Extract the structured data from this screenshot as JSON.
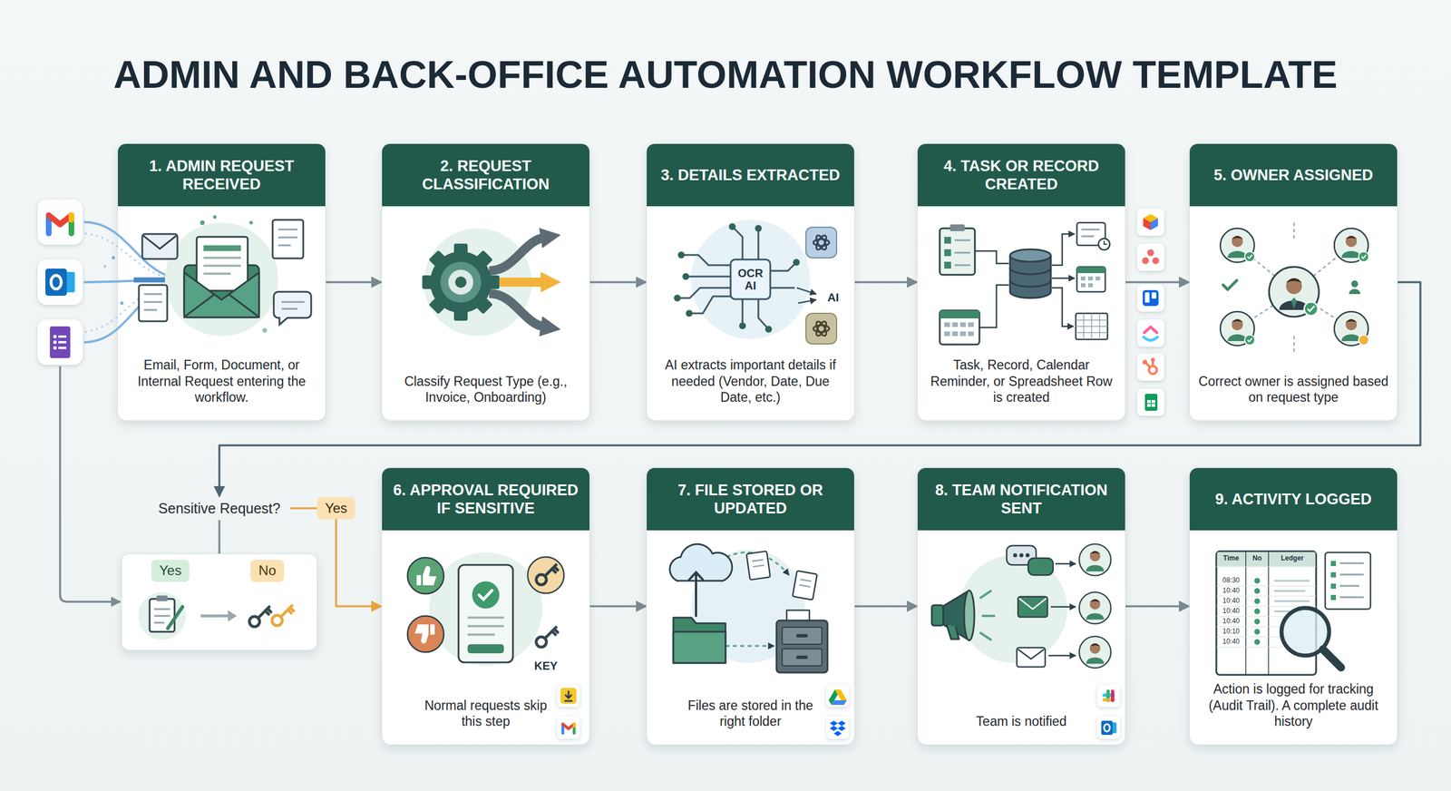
{
  "diagram": {
    "title": "ADMIN AND BACK-OFFICE AUTOMATION WORKFLOW TEMPLATE",
    "nodes": [
      {
        "text": [
          "1. ADMIN REQUEST RECEIVED",
          "Email, Form, Document, or Internal Request entering the workflow."
        ]
      },
      {
        "text": [
          "2. REQUEST CLASSIFICATION",
          "Classify Request Type (e.g., Invoice, Onboarding)"
        ]
      },
      {
        "text": [
          "3. DETAILS EXTRACTED",
          "AI extracts important details if needed (Vendor, Date, Due Date, etc.)"
        ]
      },
      {
        "text": [
          "4. TASK OR RECORD CREATED",
          "Task, Record, Calendar Reminder, or Spreadsheet Row is created"
        ]
      },
      {
        "text": [
          "5. OWNER ASSIGNED",
          "Correct owner is assigned based on request type"
        ]
      },
      {
        "text": [
          "Sensitive Request?"
        ]
      },
      {
        "text": [
          "Yes",
          "No"
        ]
      },
      {
        "text": [
          "6. APPROVAL REQUIRED IF SENSITIVE",
          "Normal requests skip this step"
        ]
      },
      {
        "text": [
          "7. FILE STORED OR UPDATED",
          "Files are stored in the right folder"
        ]
      },
      {
        "text": [
          "8. TEAM NOTIFICATION SENT",
          "Team is notified"
        ]
      },
      {
        "text": [
          "9. ACTIVITY LOGGED",
          "Action is logged for tracking (Audit Trail). A complete audit history"
        ]
      }
    ],
    "edges": [
      {
        "from": 0,
        "to": 1,
        "arrow": "to"
      },
      {
        "from": 1,
        "to": 2,
        "arrow": "to"
      },
      {
        "from": 2,
        "to": 3,
        "arrow": "to"
      },
      {
        "from": 3,
        "to": 4,
        "arrow": "to"
      },
      {
        "from": 4,
        "to": 5,
        "arrow": "to"
      },
      {
        "from": 5,
        "to": 7,
        "label": "Yes",
        "arrow": "to"
      },
      {
        "from": 5,
        "to": 6,
        "arrow": "none"
      },
      {
        "from": 7,
        "to": 8,
        "arrow": "to"
      },
      {
        "from": 8,
        "to": 9,
        "arrow": "to"
      },
      {
        "from": 9,
        "to": 10,
        "arrow": "to"
      }
    ],
    "labels": [
      "OCR AI",
      "AI",
      "KEY",
      "Time",
      "No",
      "Ledger",
      "08:30",
      "10:40",
      "10:40",
      "10:40",
      "10:40",
      "10:10",
      "10:40"
    ]
  }
}
